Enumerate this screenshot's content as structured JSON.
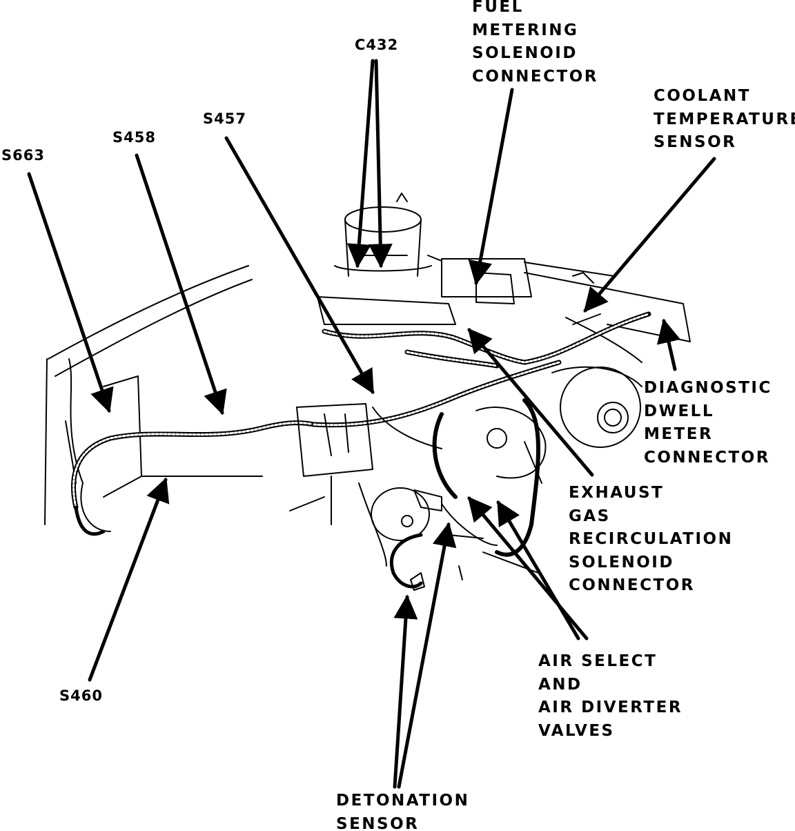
{
  "colors": {
    "ink": "#000000",
    "paper": "#ffffff"
  },
  "labels": {
    "fuel_metering": [
      "FUEL",
      "METERING",
      "SOLENOID",
      "CONNECTOR"
    ],
    "c432": "C432",
    "coolant": [
      "COOLANT",
      "TEMPERATURE",
      "SENSOR"
    ],
    "s457": "S457",
    "s458": "S458",
    "s663": "S663",
    "diagnostic": [
      "DIAGNOSTIC",
      "DWELL",
      "METER",
      "CONNECTOR"
    ],
    "egr": [
      "EXHAUST",
      "GAS",
      "RECIRCULATION",
      "SOLENOID",
      "CONNECTOR"
    ],
    "air_valves": [
      "AIR SELECT",
      "AND",
      "AIR DIVERTER",
      "VALVES"
    ],
    "s460": "S460",
    "detonation": [
      "DETONATION",
      "SENSOR"
    ]
  }
}
